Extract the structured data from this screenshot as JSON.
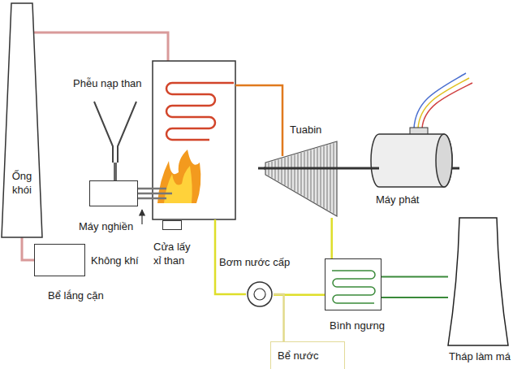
{
  "diagram": {
    "nodes": [
      {
        "text": [
          "Ống khói"
        ]
      },
      {
        "text": [
          "Phễu nạp than"
        ]
      },
      {
        "text": [
          "Tuabin"
        ]
      },
      {
        "text": [
          "Máy phát"
        ]
      },
      {
        "text": [
          "Máy nghiền"
        ]
      },
      {
        "text": [
          "Cửa lấy xỉ than"
        ]
      },
      {
        "text": [
          "Bể lắng cặn"
        ]
      },
      {
        "text": [
          "Bơm nước cấp"
        ]
      },
      {
        "text": [
          "Bình ngưng"
        ]
      },
      {
        "text": [
          "Tháp làm má"
        ]
      },
      {
        "text": [
          "Bể nước"
        ]
      }
    ],
    "edges": [
      {
        "from": 0,
        "to": 6,
        "arrow": "none"
      },
      {
        "from": 1,
        "to": 4,
        "arrow": "none"
      },
      {
        "from": 2,
        "to": 3,
        "arrow": "none"
      },
      {
        "from": 2,
        "to": 8,
        "arrow": "none"
      },
      {
        "from": 8,
        "to": 7,
        "arrow": "none"
      },
      {
        "from": 7,
        "to": 10,
        "arrow": "none"
      },
      {
        "from": 8,
        "to": 9,
        "arrow": "none"
      },
      {
        "from": 8,
        "to": 9,
        "arrow": "none"
      }
    ],
    "labels": [
      "Không khí"
    ]
  }
}
